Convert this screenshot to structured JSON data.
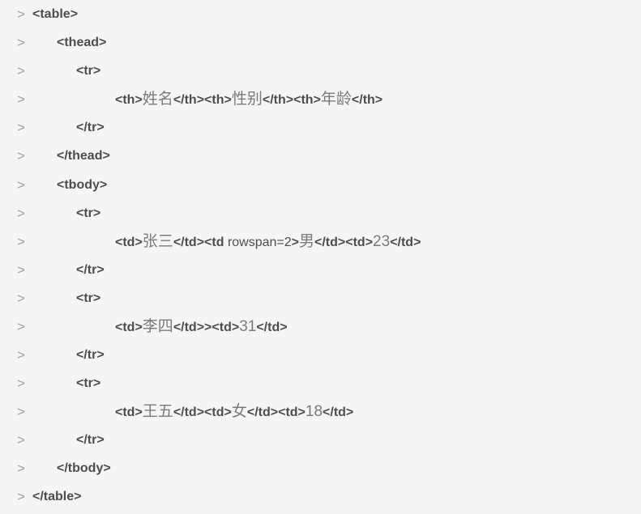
{
  "prompt": ">",
  "lines": [
    {
      "indent": 0,
      "tokens": [
        {
          "t": "tag",
          "v": "<table>"
        }
      ]
    },
    {
      "indent": 1,
      "tokens": [
        {
          "t": "tag",
          "v": "<thead>"
        }
      ]
    },
    {
      "indent": 2,
      "tokens": [
        {
          "t": "tag",
          "v": "<tr>"
        }
      ]
    },
    {
      "indent": 3,
      "tokens": [
        {
          "t": "tag",
          "v": "<th>"
        },
        {
          "t": "txt",
          "v": "姓名"
        },
        {
          "t": "tag",
          "v": "</th>"
        },
        {
          "t": "tag",
          "v": "<th>"
        },
        {
          "t": "txt",
          "v": "性别"
        },
        {
          "t": "tag",
          "v": "</th>"
        },
        {
          "t": "tag",
          "v": "<th>"
        },
        {
          "t": "txt",
          "v": "年龄"
        },
        {
          "t": "tag",
          "v": "</th>"
        }
      ]
    },
    {
      "indent": 2,
      "tokens": [
        {
          "t": "tag",
          "v": "</tr>"
        }
      ]
    },
    {
      "indent": 1,
      "tokens": [
        {
          "t": "tag",
          "v": "</thead>"
        }
      ]
    },
    {
      "indent": 1,
      "tokens": [
        {
          "t": "tag",
          "v": "<tbody>"
        }
      ]
    },
    {
      "indent": 2,
      "tokens": [
        {
          "t": "tag",
          "v": "<tr>"
        }
      ]
    },
    {
      "indent": 3,
      "tokens": [
        {
          "t": "tag",
          "v": "<td>"
        },
        {
          "t": "txt",
          "v": "张三"
        },
        {
          "t": "tag",
          "v": "</td>"
        },
        {
          "t": "tag",
          "v": "<td "
        },
        {
          "t": "attr",
          "v": "rowspan=2"
        },
        {
          "t": "tag",
          "v": ">"
        },
        {
          "t": "txt",
          "v": "男"
        },
        {
          "t": "tag",
          "v": "</td>"
        },
        {
          "t": "tag",
          "v": "<td>"
        },
        {
          "t": "txt",
          "v": "23"
        },
        {
          "t": "tag",
          "v": "</td>"
        }
      ]
    },
    {
      "indent": 2,
      "tokens": [
        {
          "t": "tag",
          "v": "</tr>"
        }
      ]
    },
    {
      "indent": 2,
      "tokens": [
        {
          "t": "tag",
          "v": "<tr>"
        }
      ]
    },
    {
      "indent": 3,
      "tokens": [
        {
          "t": "tag",
          "v": "<td>"
        },
        {
          "t": "txt",
          "v": "李四"
        },
        {
          "t": "tag",
          "v": "</td>"
        },
        {
          "t": "tag",
          "v": "><td>"
        },
        {
          "t": "txt",
          "v": "31"
        },
        {
          "t": "tag",
          "v": "</td>"
        }
      ]
    },
    {
      "indent": 2,
      "tokens": [
        {
          "t": "tag",
          "v": "</tr>"
        }
      ]
    },
    {
      "indent": 2,
      "tokens": [
        {
          "t": "tag",
          "v": "<tr>"
        }
      ]
    },
    {
      "indent": 3,
      "tokens": [
        {
          "t": "tag",
          "v": "<td>"
        },
        {
          "t": "txt",
          "v": "王五"
        },
        {
          "t": "tag",
          "v": "</td>"
        },
        {
          "t": "tag",
          "v": "<td>"
        },
        {
          "t": "txt",
          "v": "女"
        },
        {
          "t": "tag",
          "v": "</td>"
        },
        {
          "t": "tag",
          "v": "<td>"
        },
        {
          "t": "txt",
          "v": "18"
        },
        {
          "t": "tag",
          "v": "</td>"
        }
      ]
    },
    {
      "indent": 2,
      "tokens": [
        {
          "t": "tag",
          "v": "</tr>"
        }
      ]
    },
    {
      "indent": 1,
      "tokens": [
        {
          "t": "tag",
          "v": "</tbody>"
        }
      ]
    },
    {
      "indent": 0,
      "tokens": [
        {
          "t": "tag",
          "v": "</table>"
        }
      ]
    }
  ]
}
